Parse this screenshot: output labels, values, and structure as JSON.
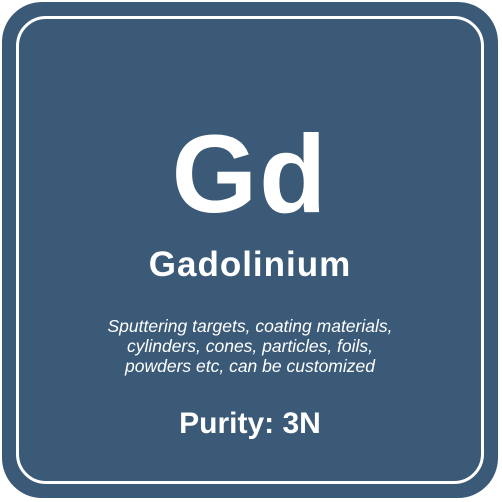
{
  "element": {
    "symbol": "Gd",
    "name": "Gadolinium",
    "description_lines": [
      "Sputtering targets, coating materials,",
      "cylinders, cones, particles, foils,",
      "powders etc, can be customized"
    ],
    "purity": "Purity: 3N"
  },
  "colors": {
    "tile_background": "#3b5a78",
    "text": "#ffffff",
    "border": "#ffffff"
  }
}
